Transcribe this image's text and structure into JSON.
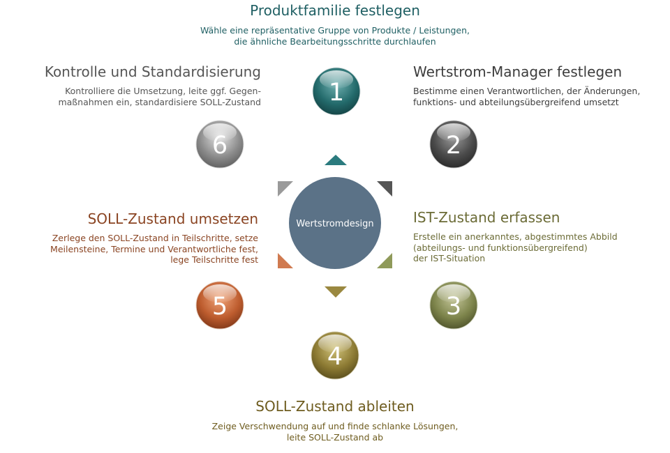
{
  "center": {
    "label": "Wertstromdesign",
    "color": "#5b7287"
  },
  "steps": [
    {
      "number": "1",
      "title": "Produktfamilie festlegen",
      "description": "Wähle eine repräsentative Gruppe von Produkte / Leistungen,\ndie ähnliche Bearbeitungsschritte durchlaufen",
      "color": "#1f5f63"
    },
    {
      "number": "2",
      "title": "Wertstrom-Manager festlegen",
      "description": "Bestimme einen Verantwortlichen, der Änderungen,\nfunktions- und abteilungsübergreifend umsetzt",
      "color": "#3d3d3d"
    },
    {
      "number": "3",
      "title": "IST-Zustand erfassen",
      "description": "Erstelle ein anerkanntes, abgestimmtes Abbild\n(abteilungs- und funktionsübergreifend)\nder IST-Situation",
      "color": "#6b6b36"
    },
    {
      "number": "4",
      "title": "SOLL-Zustand ableiten",
      "description": "Zeige Verschwendung auf und finde schlanke Lösungen,\nleite SOLL-Zustand ab",
      "color": "#6e5c1f"
    },
    {
      "number": "5",
      "title": "SOLL-Zustand umsetzen",
      "description": "Zerlege den SOLL-Zustand in Teilschritte, setze\nMeilensteine, Termine und Verantwortliche fest,\nlege Teilschritte fest",
      "color": "#8a4422"
    },
    {
      "number": "6",
      "title": "Kontrolle und Standardisierung",
      "description": "Kontrolliere die Umsetzung, leite ggf. Gegen-\nmaßnahmen ein, standardisiere SOLL-Zustand",
      "color": "#555555"
    }
  ]
}
